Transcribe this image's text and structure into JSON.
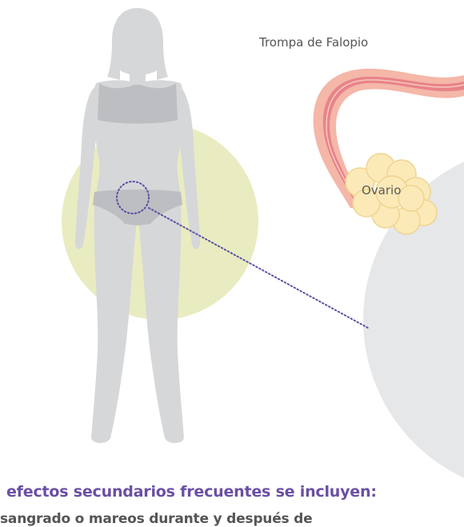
{
  "labels": {
    "fallopian_tube": "Trompa de Falopio",
    "ovary": "Ovario"
  },
  "side_effects": {
    "heading": "efectos secundarios frecuentes se incluyen:",
    "first_item": "sangrado o mareos durante y después de"
  },
  "colors": {
    "highlight_circle": "#e9ecc0",
    "body_silhouette": "#d6d7d9",
    "underwear": "#bdbec1",
    "zoom_panel": "#e6e7e9",
    "fallopian_tube_outer": "#f4b7a8",
    "fallopian_tube_inner": "#e8838a",
    "ovary_fill": "#fbeab8",
    "pointer_line": "#5d4ea6",
    "heading_text": "#6a4fa3"
  },
  "icons": {
    "figure": "female-body-silhouette-icon",
    "ovary": "ovary-icon"
  }
}
